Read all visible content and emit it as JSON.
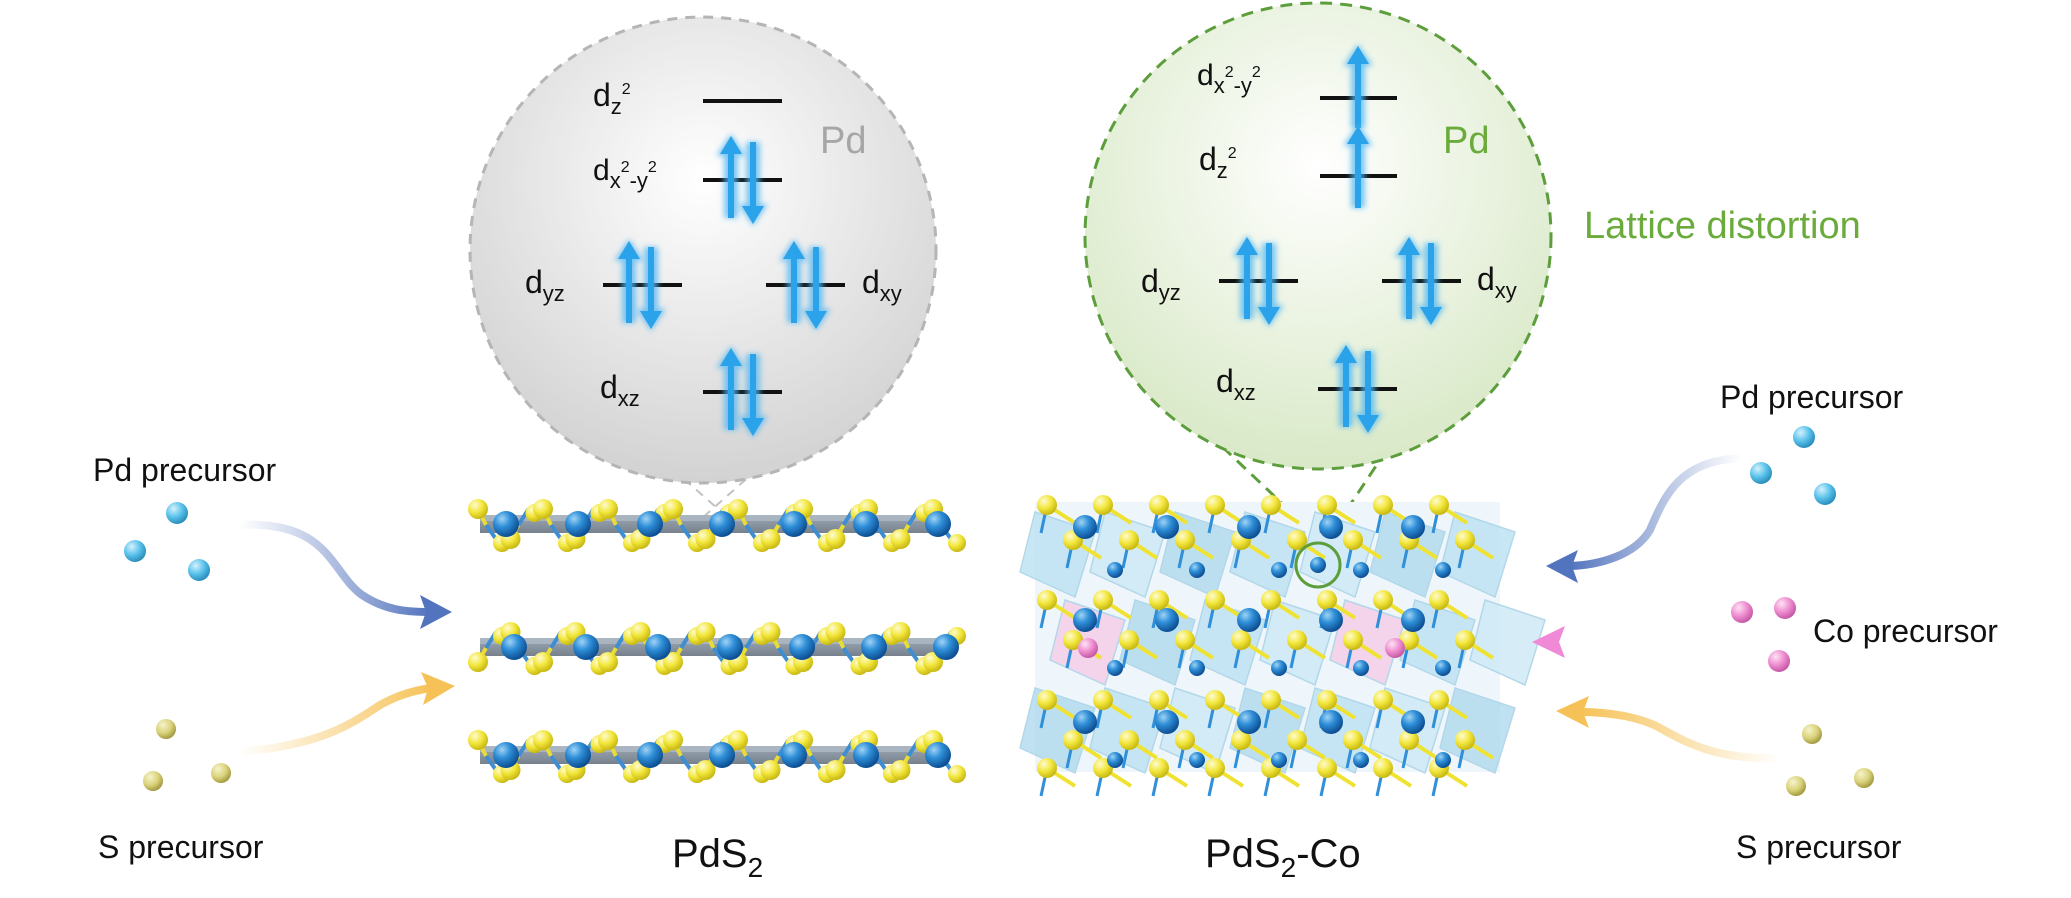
{
  "left_panel": {
    "pd_precursor": "Pd precursor",
    "s_precursor": "S precursor"
  },
  "left_structure": {
    "name_main": "PdS",
    "name_sub": "2",
    "inset": {
      "element": "Pd",
      "orbitals": {
        "dz2": {
          "d": "d",
          "sub": "z",
          "sup": "2"
        },
        "dx2y2": {
          "d": "d",
          "sub": "x",
          "sup1": "2",
          "mid": "-y",
          "sup2": "2"
        },
        "dyz": {
          "d": "d",
          "sub": "yz"
        },
        "dxy": {
          "d": "d",
          "sub": "xy"
        },
        "dxz": {
          "d": "d",
          "sub": "xz"
        }
      },
      "electrons": {
        "dz2": 0,
        "dx2y2": 2,
        "dyz": 2,
        "dxy": 2,
        "dxz": 2
      }
    }
  },
  "right_structure": {
    "name_main": "PdS",
    "name_sub": "2",
    "name_suffix": "-Co",
    "inset": {
      "element": "Pd",
      "orbitals": {
        "dx2y2": {
          "d": "d",
          "sub": "x",
          "sup1": "2",
          "mid": "-y",
          "sup2": "2"
        },
        "dz2": {
          "d": "d",
          "sub": "z",
          "sup": "2"
        },
        "dyz": {
          "d": "d",
          "sub": "yz"
        },
        "dxy": {
          "d": "d",
          "sub": "xy"
        },
        "dxz": {
          "d": "d",
          "sub": "xz"
        }
      },
      "electrons": {
        "dx2y2": 1,
        "dz2": 1,
        "dyz": 2,
        "dxy": 2,
        "dxz": 2
      }
    },
    "annotation": "Lattice distortion"
  },
  "right_panel": {
    "pd_precursor": "Pd precursor",
    "co_precursor": "Co precursor",
    "s_precursor": "S precursor"
  },
  "colors": {
    "pd_atom": "#2f8fd8",
    "pd_atom_light": "#5bc3ec",
    "s_atom": "#f2e63a",
    "s_precursor": "#d9d27a",
    "co_atom": "#ef8ed0",
    "electron_arrow": "#2aa3ea",
    "left_circle_border": "#b5b5b5",
    "right_circle_border": "#5d9e3c",
    "annotation_green": "#6aab3c",
    "arrow_blue": "#6a86c6",
    "arrow_yellow": "#f6c257",
    "arrow_pink": "#f2a6e0"
  },
  "icons": [
    "pd-atom-icon",
    "s-atom-icon",
    "co-atom-icon",
    "spin-up-arrow-icon",
    "spin-down-arrow-icon"
  ]
}
